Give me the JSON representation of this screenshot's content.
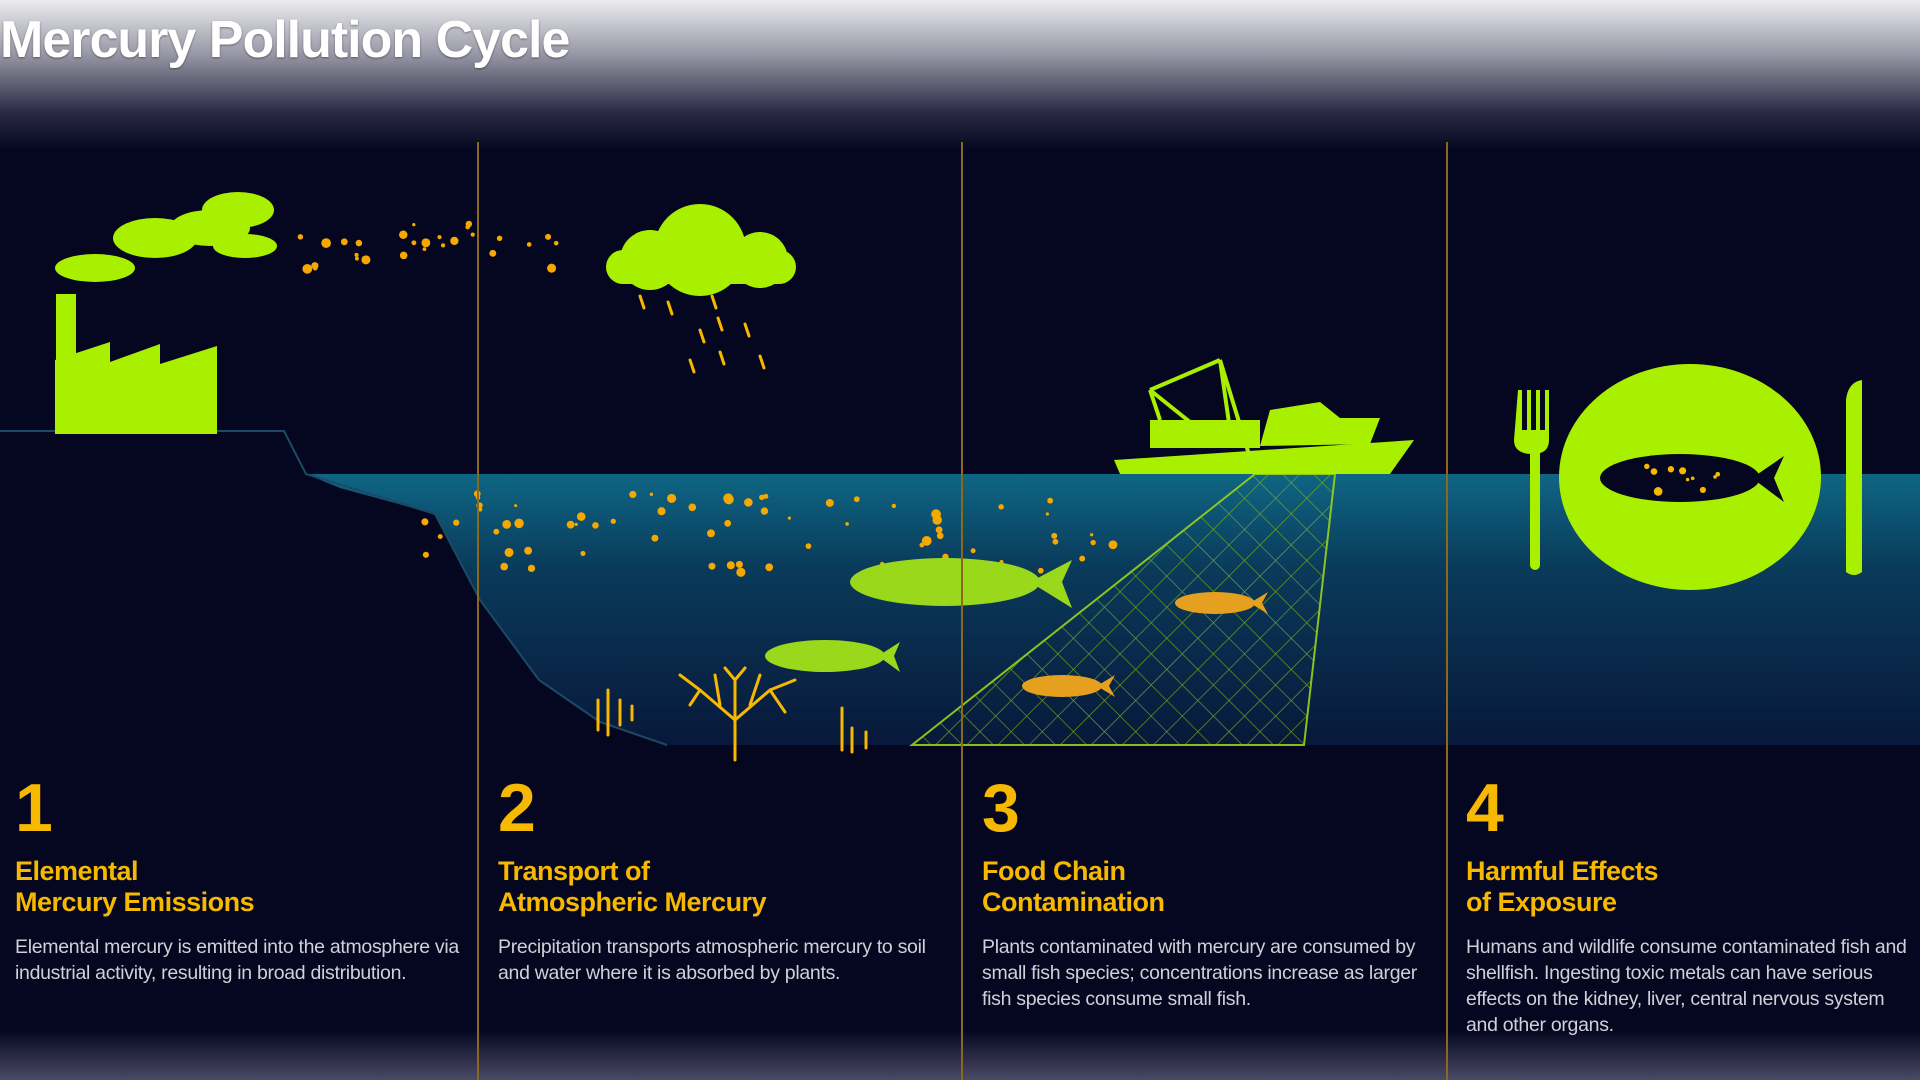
{
  "title": "Mercury Pollution Cycle",
  "colors": {
    "background": "#05061f",
    "accent_green": "#a8f000",
    "accent_orange": "#f6b800",
    "water": "#0e5a78",
    "divider": "#8a6a1a"
  },
  "sections": [
    {
      "number": "1",
      "heading_line1": "Elemental",
      "heading_line2": "Mercury Emissions",
      "body": "Elemental mercury is emitted into the atmosphere via industrial activity, resulting in broad distribution.",
      "icon": "factory-icon"
    },
    {
      "number": "2",
      "heading_line1": "Transport of",
      "heading_line2": "Atmospheric Mercury",
      "body": "Precipitation transports atmospheric mercury to soil and water where it is absorbed by plants.",
      "icon": "rain-cloud-icon"
    },
    {
      "number": "3",
      "heading_line1": "Food Chain",
      "heading_line2": "Contamination",
      "body": "Plants contaminated with mercury are consumed by small fish species; concentrations increase as larger fish species consume small fish.",
      "icon": "fishing-boat-icon"
    },
    {
      "number": "4",
      "heading_line1": "Harmful Effects",
      "heading_line2": "of Exposure",
      "body": "Humans and wildlife consume contaminated fish and shellfish. Ingesting toxic metals can have serious effects on the kidney, liver, central nervous system and other organs.",
      "icon": "plate-fish-icon"
    }
  ]
}
